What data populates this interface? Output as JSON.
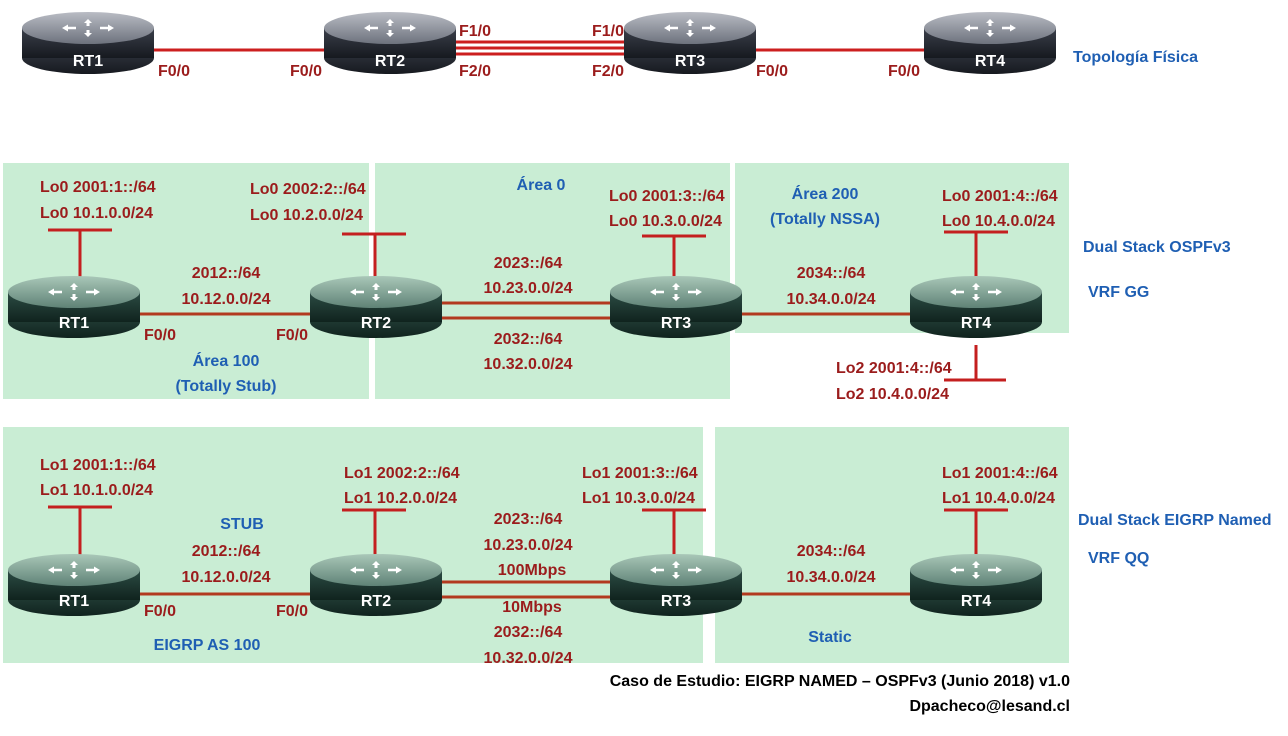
{
  "routers": {
    "rt1": "RT1",
    "rt2": "RT2",
    "rt3": "RT3",
    "rt4": "RT4"
  },
  "physical": {
    "title": "Topología Física",
    "rt1_rt2": [
      "F0/0",
      "F0/0"
    ],
    "rt2_rt3_top": [
      "F1/0",
      "F1/0"
    ],
    "rt2_rt3_bottom": [
      "F2/0",
      "F2/0"
    ],
    "rt3_rt4": [
      "F0/0",
      "F0/0"
    ]
  },
  "ospf": {
    "title": "Dual Stack OSPFv3",
    "vrf": "VRF GG",
    "area0": "Área 0",
    "area100": [
      "Área 100",
      "(Totally Stub)"
    ],
    "area200": [
      "Área 200",
      "(Totally NSSA)"
    ],
    "rt1_loop": [
      "Lo0 2001:1::/64",
      "Lo0 10.1.0.0/24"
    ],
    "rt2_loop": [
      "Lo0 2002:2::/64",
      "Lo0 10.2.0.0/24"
    ],
    "rt3_loop": [
      "Lo0 2001:3::/64",
      "Lo0 10.3.0.0/24"
    ],
    "rt4_loop": [
      "Lo0 2001:4::/64",
      "Lo0 10.4.0.0/24"
    ],
    "rt4_loop2": [
      "Lo2 2001:4::/64",
      "Lo2 10.4.0.0/24"
    ],
    "link12": [
      "2012::/64",
      "10.12.0.0/24"
    ],
    "link23": [
      "2023::/64",
      "10.23.0.0/24"
    ],
    "link32": [
      "2032::/64",
      "10.32.0.0/24"
    ],
    "link34": [
      "2034::/64",
      "10.34.0.0/24"
    ],
    "if12": [
      "F0/0",
      "F0/0"
    ]
  },
  "eigrp": {
    "title": "Dual Stack EIGRP Named",
    "vrf": "VRF QQ",
    "stub": "STUB",
    "as": "EIGRP AS 100",
    "static": "Static",
    "rt1_loop": [
      "Lo1 2001:1::/64",
      "Lo1 10.1.0.0/24"
    ],
    "rt2_loop": [
      "Lo1 2002:2::/64",
      "Lo1 10.2.0.0/24"
    ],
    "rt3_loop": [
      "Lo1 2001:3::/64",
      "Lo1 10.3.0.0/24"
    ],
    "rt4_loop": [
      "Lo1 2001:4::/64",
      "Lo1 10.4.0.0/24"
    ],
    "link12": [
      "2012::/64",
      "10.12.0.0/24"
    ],
    "link23": [
      "2023::/64",
      "10.23.0.0/24",
      "100Mbps"
    ],
    "link32": [
      "10Mbps",
      "2032::/64",
      "10.32.0.0/24"
    ],
    "link34": [
      "2034::/64",
      "10.34.0.0/24"
    ],
    "if12": [
      "F0/0",
      "F0/0"
    ]
  },
  "footer": {
    "case": "Caso de Estudio: EIGRP NAMED – OSPFv3 (Junio 2018) v1.0",
    "email": "Dpacheco@lesand.cl"
  }
}
